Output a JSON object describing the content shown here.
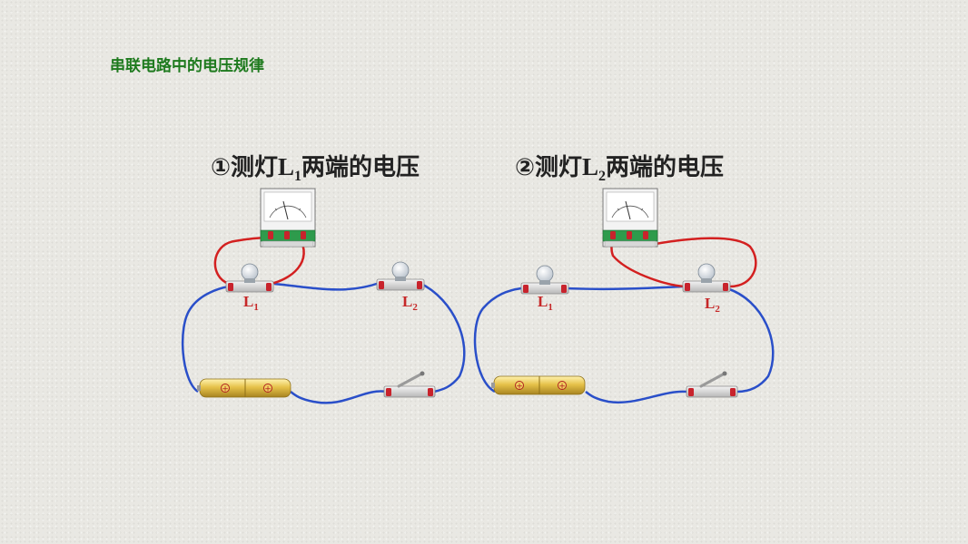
{
  "slide": {
    "title": "串联电路中的电压规律"
  },
  "panels": [
    {
      "number": "①",
      "prefix": "测灯",
      "symbol": "L",
      "subscript": "1",
      "suffix": "两端的电压",
      "lamp1_label": "L",
      "lamp1_sub": "1",
      "lamp2_label": "L",
      "lamp2_sub": "2"
    },
    {
      "number": "②",
      "prefix": "测灯",
      "symbol": "L",
      "subscript": "2",
      "suffix": "两端的电压",
      "lamp1_label": "L",
      "lamp1_sub": "1",
      "lamp2_label": "L",
      "lamp2_sub": "2"
    }
  ],
  "colors": {
    "title": "#1e7a1e",
    "wire_series": "#2a4fc9",
    "wire_meter": "#d32020",
    "terminal": "#c8232c",
    "battery": "#e6c24a"
  },
  "icons": [
    "voltmeter-icon",
    "lamp-icon",
    "battery-icon",
    "switch-icon"
  ]
}
